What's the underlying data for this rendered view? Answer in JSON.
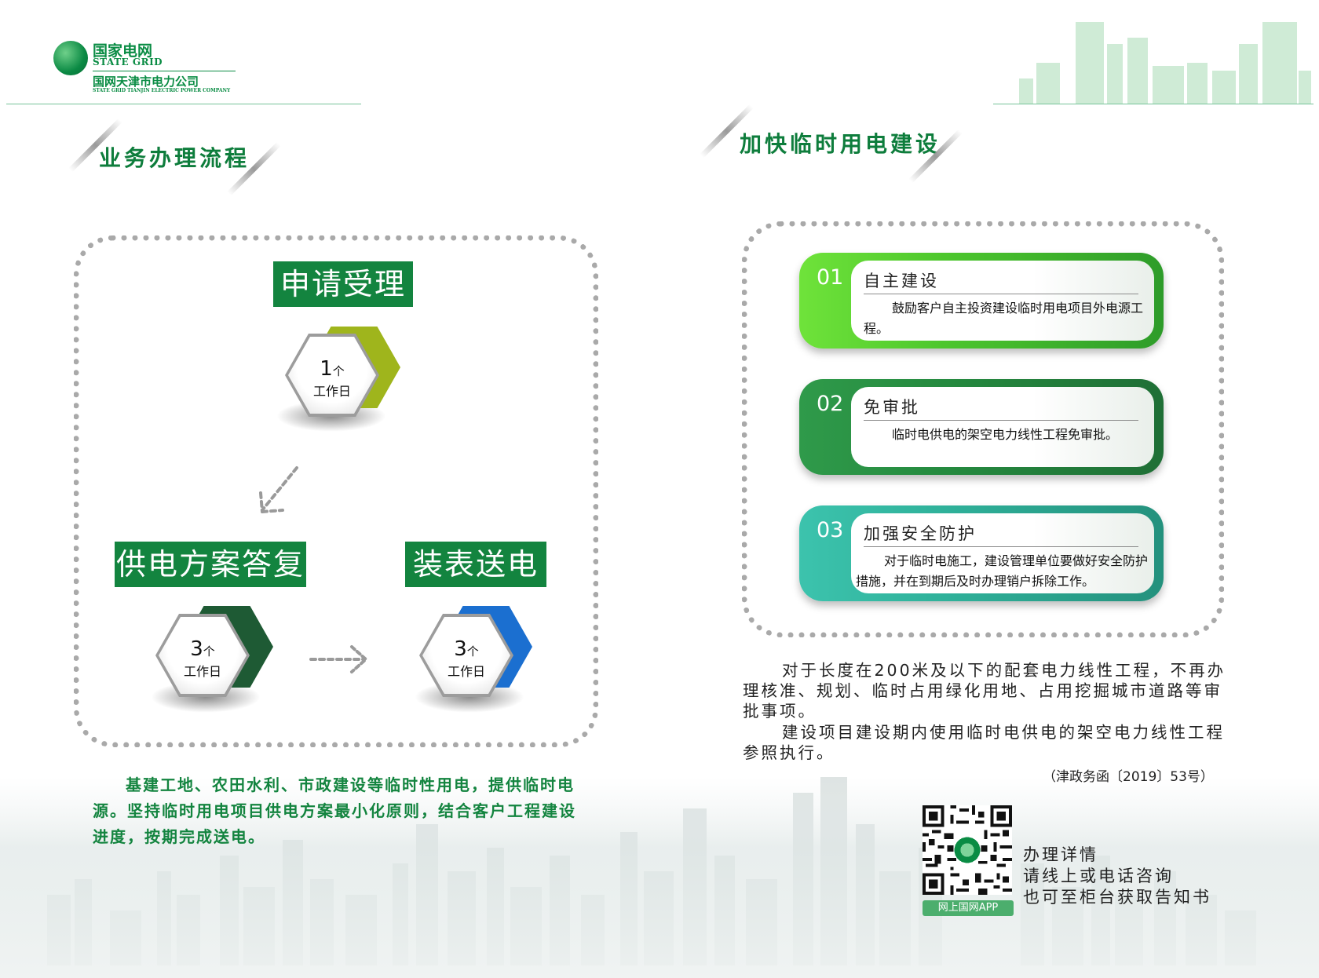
{
  "header": {
    "brand_cn": "国家电网",
    "brand_en": "STATE GRID",
    "company_cn": "国网天津市电力公司",
    "company_en": "STATE GRID TIANJIN ELECTRIC POWER COMPANY"
  },
  "left": {
    "title": "业务办理流程",
    "steps": [
      {
        "label": "申请受理",
        "num": "1",
        "unit": "个",
        "days_label": "工作日"
      },
      {
        "label": "供电方案答复",
        "num": "3",
        "unit": "个",
        "days_label": "工作日"
      },
      {
        "label": "装表送电",
        "num": "3",
        "unit": "个",
        "days_label": "工作日"
      }
    ],
    "paragraph": "基建工地、农田水利、市政建设等临时性用电，提供临时电源。坚持临时用电项目供电方案最小化原则，结合客户工程建设进度，按期完成送电。"
  },
  "right": {
    "title": "加快临时用电建设",
    "cards": [
      {
        "num": "01",
        "title": "自主建设",
        "text": "鼓励客户自主投资建设临时用电项目外电源工程。",
        "color": "#5fcf2c"
      },
      {
        "num": "02",
        "title": "免审批",
        "text": "临时电供电的架空电力线性工程免审批。",
        "color": "#2f9a4a"
      },
      {
        "num": "03",
        "title": "加强安全防护",
        "text": "对于临时电施工，建设管理单位要做好安全防护措施，并在到期后及时办理销户拆除工作。",
        "color": "#34b8a2"
      }
    ],
    "para1": "对于长度在200米及以下的配套电力线性工程，不再办理核准、规划、临时占用绿化用地、占用挖掘城市道路等审批事项。",
    "para2": "建设项目建设期内使用临时电供电的架空电力线性工程参照执行。",
    "reference": "（津政务函〔2019〕53号）",
    "qr_label": "网上国网APP",
    "contact": [
      "办理详情",
      "请线上或电话咨询",
      "也可至柜台获取告知书"
    ]
  },
  "colors": {
    "brand_green": "#0a8c44",
    "label_green": "#13843f",
    "hex_step1_back": "#9fb51c",
    "hex_step2_back": "#1e5a34",
    "hex_step3_back": "#1b6fd0"
  }
}
